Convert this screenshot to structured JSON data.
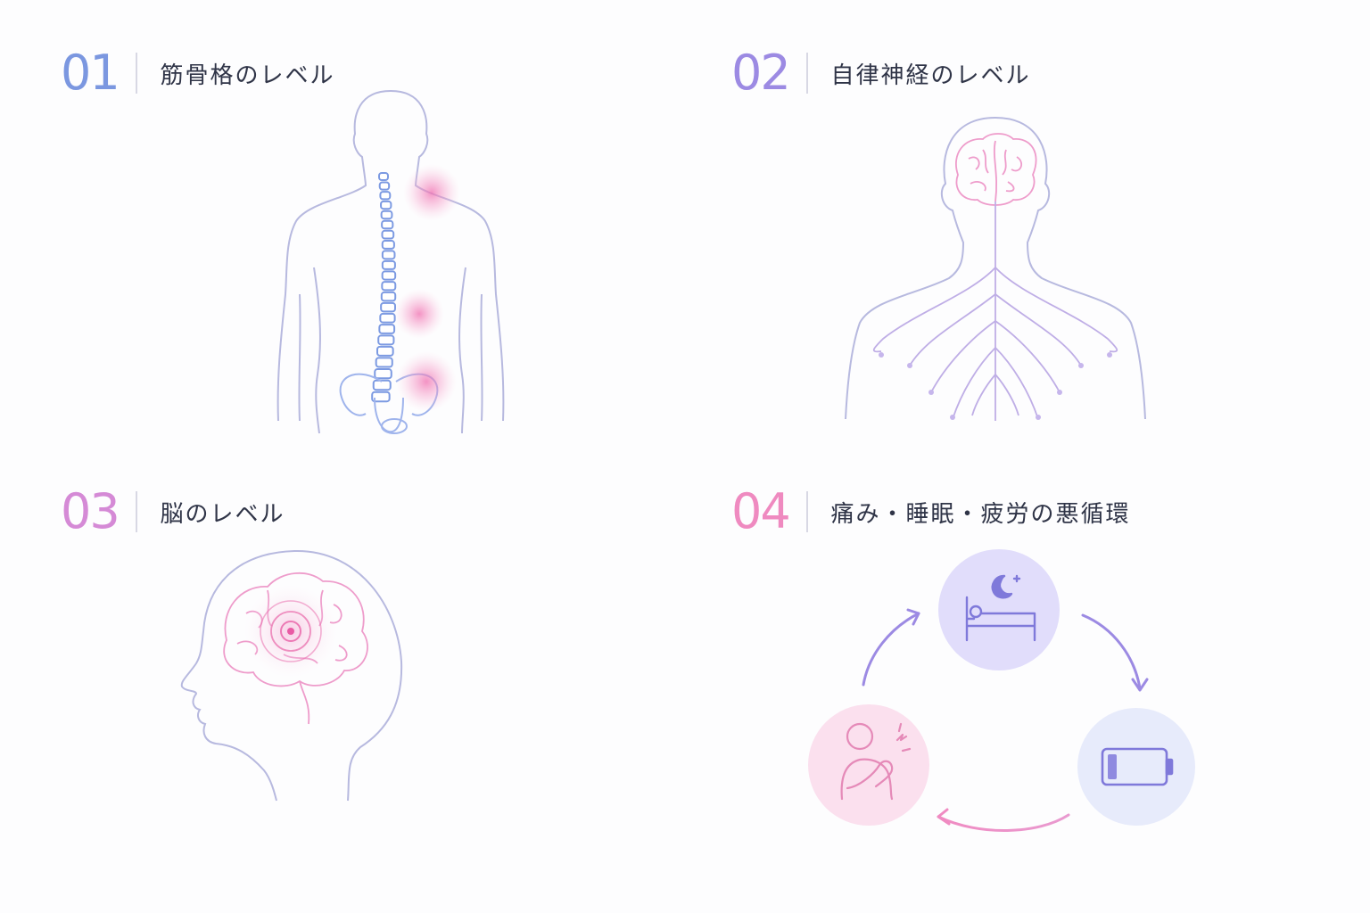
{
  "panels": [
    {
      "number": "01",
      "title": "筋骨格のレベル",
      "color": "#7b97e0"
    },
    {
      "number": "02",
      "title": "自律神経のレベル",
      "color": "#9c8ae3"
    },
    {
      "number": "03",
      "title": "脳のレベル",
      "color": "#d58ad6"
    },
    {
      "number": "04",
      "title": "痛み・睡眠・疲労の悪循環",
      "color": "#ef8ac0"
    }
  ],
  "icons": {
    "cycle": [
      "sleep-bed-icon",
      "low-battery-icon",
      "shoulder-pain-icon"
    ]
  },
  "colors": {
    "outline": "#b7b9df",
    "nerve": "#bfaee6",
    "spine": "#7c9ae2",
    "pink": "#ee79b6",
    "lavender": "#e7e5fb"
  }
}
